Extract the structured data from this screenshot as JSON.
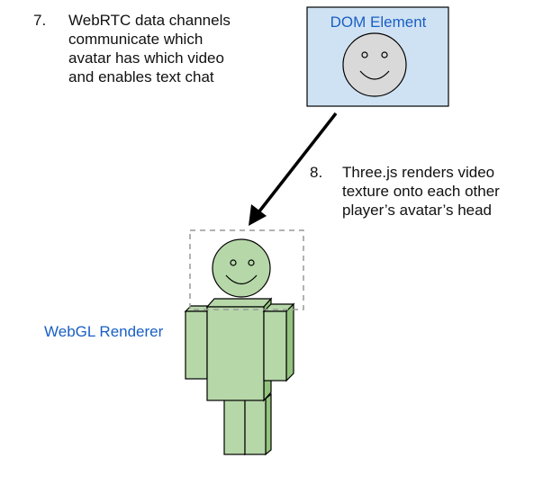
{
  "steps": [
    {
      "number": "7.",
      "lines": [
        "WebRTC data channels",
        "communicate which",
        "avatar has which video",
        "and enables text chat"
      ]
    },
    {
      "number": "8.",
      "lines": [
        "Three.js renders video",
        "texture onto each other",
        "player’s avatar’s head"
      ]
    }
  ],
  "dom_element": {
    "title": "DOM Element"
  },
  "webgl_renderer": {
    "label": "WebGL Renderer"
  },
  "colors": {
    "label_blue": "#1a5fc4",
    "dom_box_fill": "#cfe2f3",
    "face_fill": "#d9d9d9",
    "avatar_green": "#b6d7a8",
    "avatar_green_dark": "#93c47d",
    "outline": "#000000",
    "dashed_box": "#999999"
  }
}
